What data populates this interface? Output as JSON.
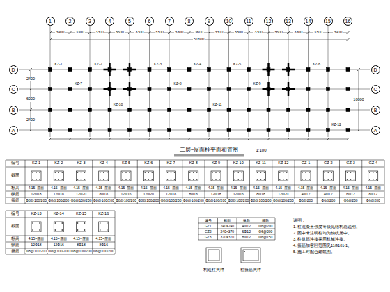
{
  "diagram": {
    "title": "二层~屋面柱平面布置图",
    "nodes": [
      {
        "text": [
          "1"
        ]
      },
      {
        "text": [
          "2"
        ]
      },
      {
        "text": [
          "3"
        ]
      },
      {
        "text": [
          "4"
        ]
      },
      {
        "text": [
          "5"
        ]
      },
      {
        "text": [
          "6"
        ]
      },
      {
        "text": [
          "7"
        ]
      },
      {
        "text": [
          "8"
        ]
      },
      {
        "text": [
          "9"
        ]
      },
      {
        "text": [
          "10"
        ]
      },
      {
        "text": [
          "11"
        ]
      },
      {
        "text": [
          "12"
        ]
      },
      {
        "text": [
          "13"
        ]
      },
      {
        "text": [
          "14"
        ]
      },
      {
        "text": [
          "15"
        ]
      },
      {
        "text": [
          "16"
        ]
      },
      {
        "text": [
          "D"
        ]
      },
      {
        "text": [
          "C"
        ]
      },
      {
        "text": [
          "B"
        ]
      },
      {
        "text": [
          "A"
        ]
      },
      {
        "text": [
          "D"
        ]
      },
      {
        "text": [
          "C"
        ]
      },
      {
        "text": [
          "B"
        ]
      },
      {
        "text": [
          "A"
        ]
      }
    ],
    "labels": [
      "1:100",
      "3900",
      "3300",
      "3300",
      "3600",
      "3300",
      "3300",
      "3300",
      "3600",
      "3300",
      "3300",
      "3300",
      "3600",
      "3300",
      "3300",
      "3900",
      "51600",
      "2400",
      "6000",
      "2400",
      "10800",
      "KZ-1",
      "KZ-2",
      "KZ-3",
      "KZ-4",
      "KZ-5",
      "KZ-6",
      "KZ-7",
      "KZ-8",
      "KZ-9",
      "KZ-10",
      "KZ-11",
      "KZ-12",
      "编号",
      "KZ-1",
      "KZ-2",
      "KZ-3",
      "KZ-4",
      "KZ-5",
      "KZ-6",
      "KZ-7",
      "KZ-8",
      "KZ-9",
      "KZ-10",
      "KZ-11",
      "KZ-12",
      "GZ-1",
      "GZ-2",
      "GZ-3",
      "GZ-4",
      "截面",
      "标高",
      "4.15~屋面",
      "4.15~屋面",
      "4.15~屋面",
      "4.15~屋面",
      "4.15~屋面",
      "4.15~屋面",
      "4.15~屋面",
      "4.15~屋面",
      "4.15~屋面",
      "4.15~屋面",
      "4.15~屋面",
      "4.15~屋面",
      "4.15~屋面",
      "4.15~屋面",
      "4.15~屋面",
      "4.15~屋面",
      "纵筋",
      "12Φ18",
      "12Φ18",
      "12Φ20",
      "8Φ18",
      "12Φ16",
      "12Φ20",
      "12Φ18",
      "8Φ16",
      "12Φ18",
      "12Φ16",
      "8Φ18",
      "12Φ20",
      "4Φ12",
      "4Φ12",
      "6Φ12",
      "8Φ12",
      "箍筋",
      "Φ8@100/200",
      "Φ8@100/200",
      "Φ8@100/200",
      "Φ8@100/200",
      "Φ8@100/200",
      "Φ8@100/200",
      "Φ8@100/200",
      "Φ8@100/200",
      "Φ8@100/200",
      "Φ8@100/200",
      "Φ8@100/200",
      "Φ8@100/200",
      "Φ6@200",
      "Φ6@200",
      "Φ6@200",
      "Φ6@200",
      "编号",
      "KZ-13",
      "KZ-14",
      "KZ-15",
      "KZ-16",
      "截面",
      "标高",
      "4.15~屋面",
      "4.15~屋面",
      "4.15~屋面",
      "4.15~屋面",
      "纵筋",
      "12Φ18",
      "12Φ16",
      "8Φ18",
      "8Φ16",
      "箍筋",
      "Φ8@100/200",
      "Φ8@100/200",
      "Φ8@100/200",
      "Φ8@100/200",
      "编号",
      "截面",
      "纵筋",
      "箍筋",
      "GZ1",
      "240×240",
      "4Φ12",
      "Φ6@200",
      "GZ2",
      "240×370",
      "6Φ12",
      "Φ6@200",
      "GZ3",
      "370×370",
      "8Φ12",
      "Φ6@150",
      "构造柱大样",
      "柱箍筋大样",
      "说明：",
      "1. 柱混凝土强度等级见结构总说明。",
      "2. 图中未注明柱均为轴线居中。",
      "3. 柱纵筋连接采用机械连接。",
      "4. 箍筋加密区范围见11G101-1。",
      "5. 施工时配合建筑图。"
    ]
  }
}
